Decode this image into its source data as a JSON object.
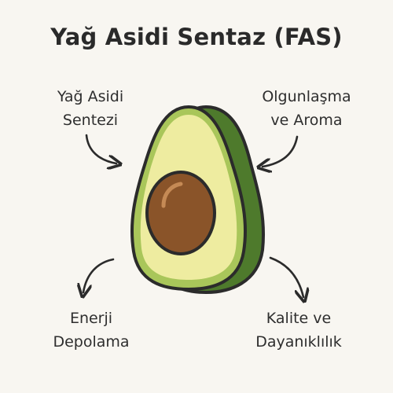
{
  "title": "Yağ Asidi Sentaz (FAS)",
  "labels": {
    "top_left": [
      "Yağ Asidi",
      "Sentezi"
    ],
    "top_right": [
      "Olgunlaşma",
      "ve Aroma"
    ],
    "bottom_left": [
      "Enerji",
      "Depolama"
    ],
    "bottom_right": [
      "Kalite ve",
      "Dayanıklılık"
    ]
  },
  "colors": {
    "background": "#f8f6f1",
    "avocado_skin": "#4e7a2c",
    "avocado_flesh_outer": "#a9c65a",
    "avocado_flesh_inner": "#eeeca0",
    "seed": "#8a5429",
    "outline": "#2b2b2b"
  },
  "icons": {
    "center": "avocado-icon",
    "connectors": "curved-arrow-icon"
  }
}
